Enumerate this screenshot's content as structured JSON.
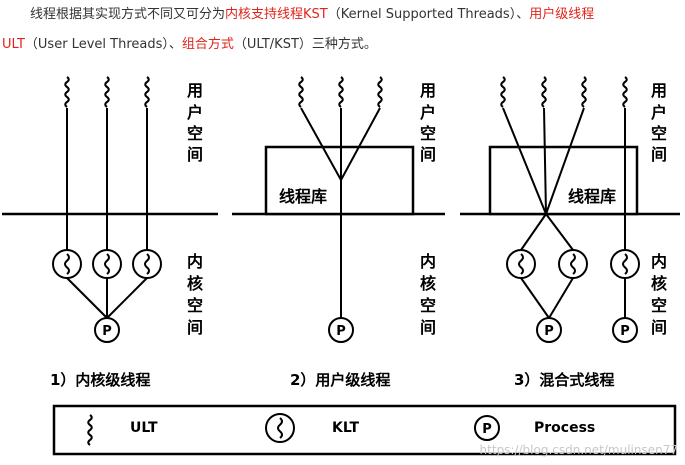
{
  "intro": {
    "line1": {
      "p1": "线程根据其实现方式不同又可分为",
      "r1": "内核支持线程KST",
      "p2": "（Kernel Supported Threads）、",
      "r2": "用户级线程"
    },
    "line2": {
      "r1": "ULT",
      "p1": "（User Level Threads）、",
      "r2": "组合方式",
      "p2": "（ULT/KST）三种方式。"
    }
  },
  "labels": {
    "user_space": [
      "用",
      "户",
      "空",
      "间"
    ],
    "kernel_space": [
      "内",
      "核",
      "空",
      "间"
    ],
    "thread_lib": "线程库",
    "p": "P"
  },
  "captions": [
    "1）内核级线程",
    "2）用户级线程",
    "3）混合式线程"
  ],
  "legend": {
    "ult": "ULT",
    "klt": "KLT",
    "process": "Process"
  },
  "watermark": "https://blog.csdn.net/mulinsen77"
}
